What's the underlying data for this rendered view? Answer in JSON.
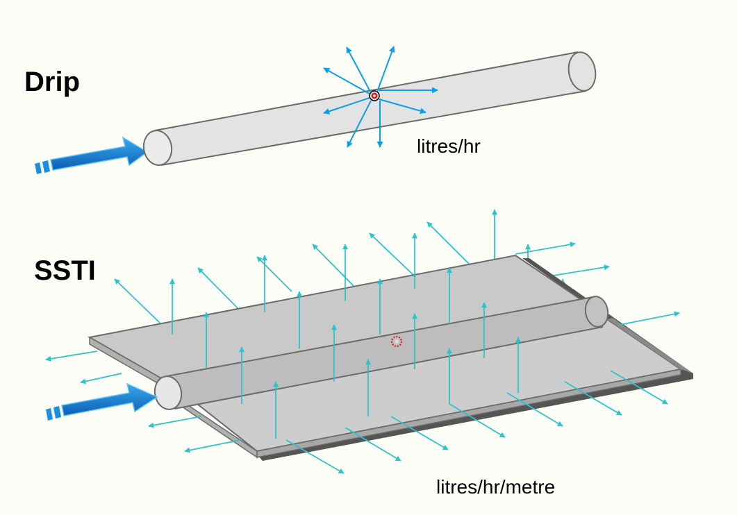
{
  "drip": {
    "title": "Drip",
    "unit": "litres/hr"
  },
  "ssti": {
    "title": "SSTI",
    "unit": "litres/hr/metre"
  },
  "colors": {
    "background": "#fdfdf7",
    "drip_arrow": "#0aa0e6",
    "ssti_arrow": "#2cc3c9",
    "inflow_arrow": "#0a6fc2",
    "pipe": "#e3e3e3",
    "sheet": "#cccccc",
    "emitter": "#cc2222"
  },
  "icons": [
    "inflow-arrow-icon",
    "emitter-icon"
  ]
}
